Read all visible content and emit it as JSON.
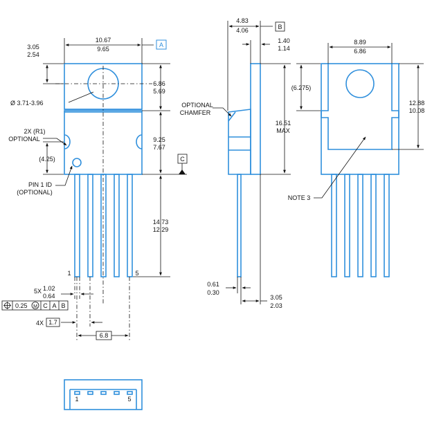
{
  "colors": {
    "outline": "#2f8fdc",
    "dimension": "#111111",
    "background": "#ffffff"
  },
  "front_view": {
    "width_max": "10.67",
    "width_min": "9.65",
    "tab_top_max": "3.05",
    "tab_top_min": "2.54",
    "hole_diameter": "Ø 3.71-3.96",
    "hole_center_max": "6.86",
    "hole_center_min": "5.69",
    "body_height_max": "9.25",
    "body_height_min": "7.67",
    "radius_label": "2X (R1)",
    "radius_optional": "OPTIONAL",
    "pin_id_offset": "(4.25)",
    "pin1_label": "PIN 1 ID",
    "pin1_optional": "(OPTIONAL)",
    "lead_length_max": "14.73",
    "lead_length_min": "12.29",
    "pin_first": "1",
    "pin_last": "5",
    "lead_width_prefix": "5X",
    "lead_width_max": "1.02",
    "lead_width_min": "0.64",
    "position_tol": "0.25",
    "modifier_m": "M",
    "datum_c_ref": "C",
    "datum_a_ref": "A",
    "datum_b_ref": "B",
    "pitch_prefix": "4X",
    "pitch": "1.7",
    "span": "6.8",
    "datum_a": "A",
    "datum_c": "C"
  },
  "side_view": {
    "tab_thickness_max": "4.83",
    "tab_thickness_min": "4.06",
    "datum_b": "B",
    "tab_offset_max": "1.40",
    "tab_offset_min": "1.14",
    "chamfer_line1": "OPTIONAL",
    "chamfer_line2": "CHAMFER",
    "total_height_max": "16.51",
    "total_height_label": "MAX",
    "lead_thickness_max": "0.61",
    "lead_thickness_min": "0.30",
    "lead_offset_max": "3.05",
    "lead_offset_min": "2.03"
  },
  "back_view": {
    "pad_width_max": "8.89",
    "pad_width_min": "6.86",
    "hole_ref": "(6.275)",
    "pad_height_max": "12.88",
    "pad_height_min": "10.08",
    "note": "NOTE 3"
  },
  "bottom_view": {
    "pin_first": "1",
    "pin_last": "5"
  }
}
